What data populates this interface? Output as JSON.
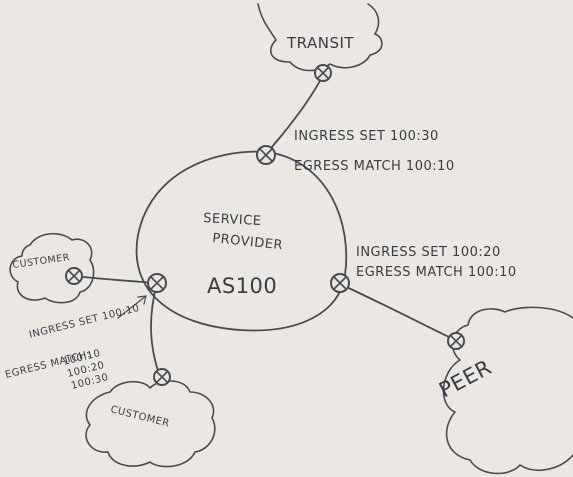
{
  "title": "",
  "nodes": {
    "transit": {
      "label": "TRANSIT"
    },
    "peer": {
      "label": "PEER"
    },
    "customer_left": {
      "label": "CUSTOMER"
    },
    "customer_bottom": {
      "label": "CUSTOMER"
    },
    "service_provider": {
      "name_line1": "SERVICE",
      "name_line2": "PROVIDER",
      "asn": "AS100"
    }
  },
  "policies": {
    "transit_link": {
      "ingress": "INGRESS SET 100:30",
      "egress": "EGRESS MATCH 100:10"
    },
    "peer_link": {
      "ingress": "INGRESS SET 100:20",
      "egress": "EGRESS MATCH 100:10"
    },
    "customer_link": {
      "ingress": "INGRESS SET 100:10",
      "egress_title": "EGRESS MATCH:",
      "egress_values": [
        "100:10",
        "100:20",
        "100:30"
      ]
    }
  },
  "icons": {
    "router": "router-x-circle-icon",
    "cloud": "cloud-icon"
  },
  "colors": {
    "paper": "#ebe7e2",
    "pencil": "#4a4a52",
    "ink": "#3b3b45"
  }
}
